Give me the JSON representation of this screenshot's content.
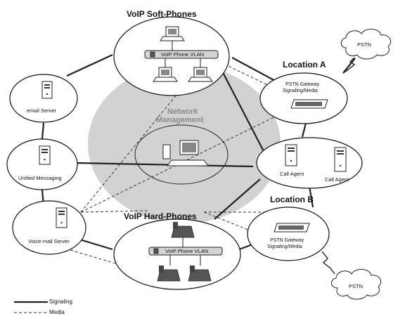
{
  "groups": {
    "softphones_title": "VoIP Soft-Phones",
    "hardphones_title": "VoIP Hard-Phones",
    "network_management_line1": "Network",
    "network_management_line2": "Management"
  },
  "locations": {
    "a": "Location A",
    "b": "Location B"
  },
  "vlan": {
    "top": "VoIP Phone VLAN",
    "bottom": "VoIP Phone VLAN"
  },
  "nodes": {
    "email_server": "email Server",
    "unified_messaging": "Unified Messaging",
    "voicemail_server": "Voice-mail Server",
    "gateway_a_line1": "PSTN Gateway",
    "gateway_a_line2": "Signaling/Media",
    "gateway_b_line1": "PSTN Gateway",
    "gateway_b_line2": "Signaling/Media",
    "call_agent_1": "Call Agent",
    "call_agent_2": "Call Agent"
  },
  "clouds": {
    "pstn_top": "PSTN",
    "pstn_bottom": "PSTN"
  },
  "legend": {
    "signaling": "Signaling",
    "media": "Media"
  }
}
